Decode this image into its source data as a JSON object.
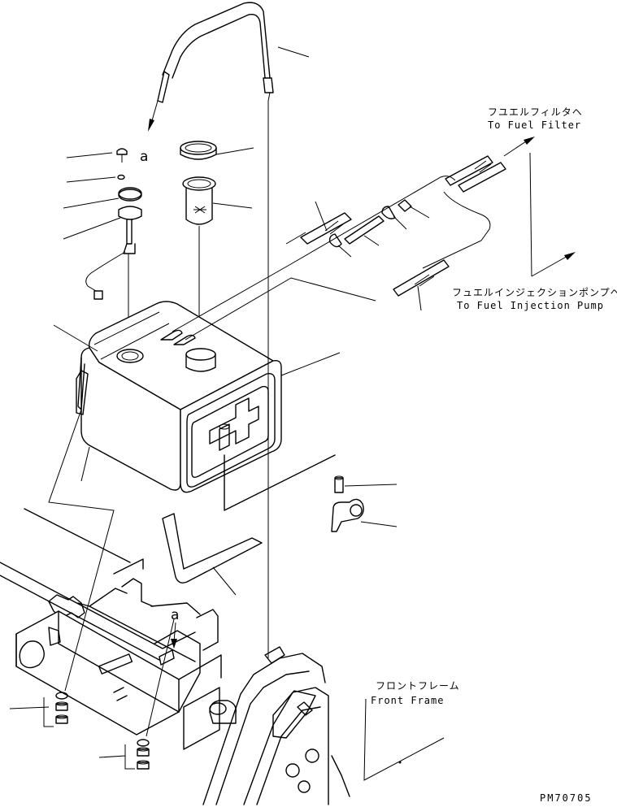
{
  "callouts": {
    "fuel_filter_jp": "フユエルフィルタヘ",
    "fuel_filter_en": "To Fuel Filter",
    "injection_pump_jp": "フュエルインジェクションポンプヘ",
    "injection_pump_en": "To Fuel Injection Pump",
    "front_frame_jp": "フロントフレーム",
    "front_frame_en": "Front Frame"
  },
  "markers": {
    "top": "a",
    "bottom": "a"
  },
  "drawing_code": "PM70705"
}
